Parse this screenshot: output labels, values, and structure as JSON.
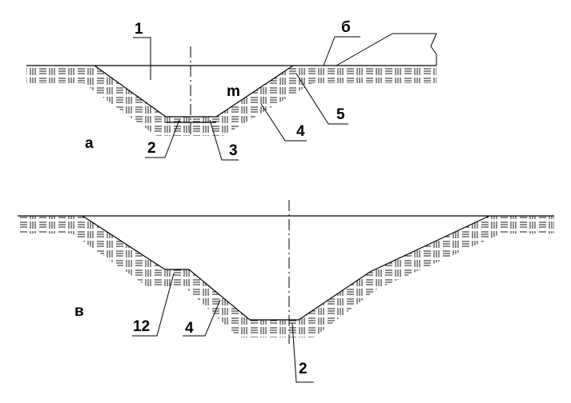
{
  "diagram_a": {
    "label": "а",
    "callouts": {
      "c1": "1",
      "c2": "2",
      "c3": "3",
      "c4": "4",
      "c5": "5",
      "c6": "б",
      "cm": "m"
    }
  },
  "diagram_b": {
    "label": "в",
    "callouts": {
      "c12": "12",
      "c4": "4",
      "c2": "2"
    }
  },
  "colors": {
    "ink": "#000000",
    "background": "#ffffff"
  }
}
